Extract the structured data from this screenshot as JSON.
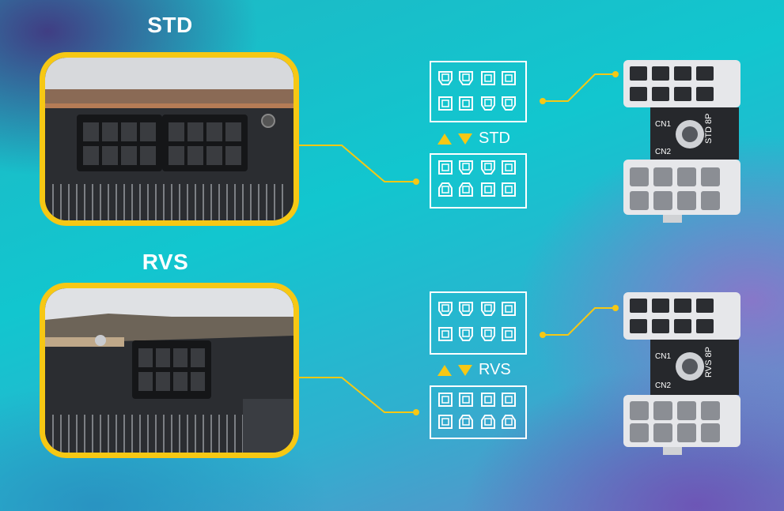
{
  "std_section": {
    "title": "STD",
    "label": "STD",
    "adapter_label": "STD 8P"
  },
  "rvs_section": {
    "title": "RVS",
    "label": "RVS",
    "adapter_label": "RVS 8P"
  },
  "adapter": {
    "cn1": "CN1",
    "cn2": "CN2"
  },
  "colors": {
    "accent": "#f6c814",
    "outline": "#ffffff",
    "board": "#2a2c30",
    "adapter_body": "#e6e7ea"
  }
}
